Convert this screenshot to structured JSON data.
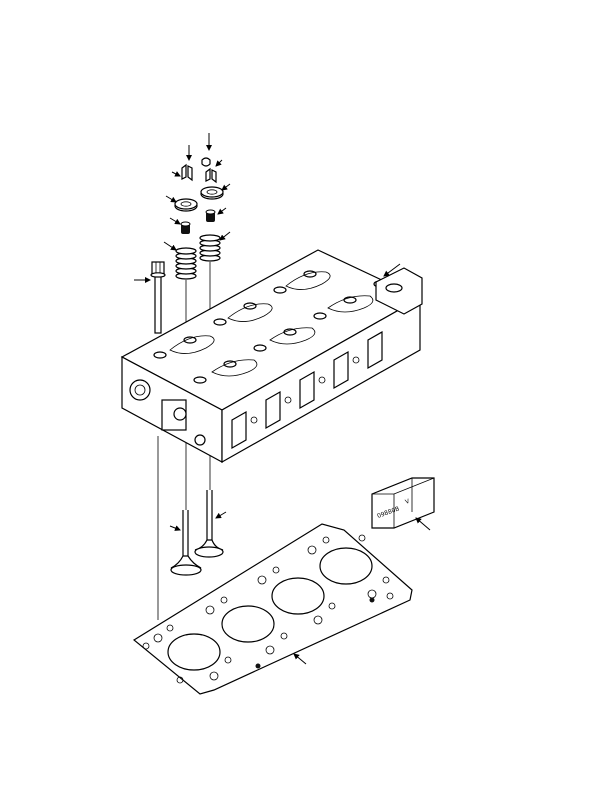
{
  "diagram": {
    "type": "exploded-parts-view",
    "subject": "cylinder-head-assembly",
    "parts": [
      {
        "id": "valve-keepers",
        "icon": "keeper-icon"
      },
      {
        "id": "spring-retainers",
        "icon": "retainer-icon"
      },
      {
        "id": "valve-stem-seals",
        "icon": "seal-icon"
      },
      {
        "id": "valve-springs",
        "icon": "spring-icon"
      },
      {
        "id": "head-bolt",
        "icon": "bolt-icon"
      },
      {
        "id": "cylinder-head",
        "icon": "cylinder-head-icon"
      },
      {
        "id": "valves",
        "icon": "valve-icon"
      },
      {
        "id": "serial-plate",
        "icon": "plate-icon"
      },
      {
        "id": "head-gasket",
        "icon": "gasket-icon"
      }
    ]
  },
  "plate": {
    "text_line1": "09880B",
    "text_line2": "V"
  },
  "colors": {
    "line": "#000000",
    "background": "#ffffff"
  }
}
